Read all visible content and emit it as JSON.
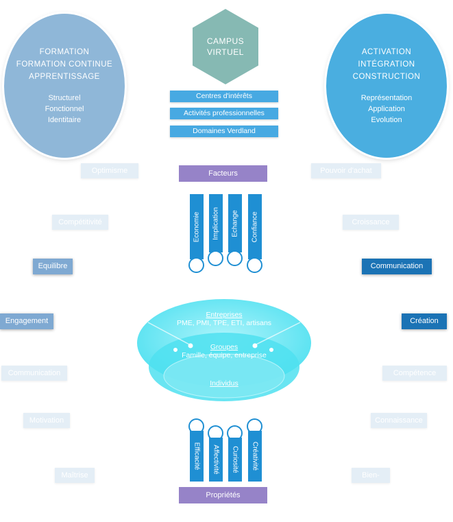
{
  "left_circle": {
    "main": [
      "FORMATION",
      "FORMATION CONTINUE",
      "APPRENTISSAGE"
    ],
    "sub": [
      "Structurel",
      "Fonctionnel",
      "Identitaire"
    ]
  },
  "right_circle": {
    "main": [
      "ACTIVATION",
      "INTÉGRATION",
      "CONSTRUCTION"
    ],
    "sub": [
      "Représentation",
      "Application",
      "Evolution"
    ]
  },
  "campus": {
    "line1": "CAMPUS",
    "line2": "VIRTUEL"
  },
  "bars": [
    "Centres d'intérêts",
    "Activités professionnelles",
    "Domaines Verdland"
  ],
  "facteurs_label": "Facteurs",
  "proprietes_label": "Propriétés",
  "top_pillars": [
    "Economie",
    "Implication",
    "Echange",
    "Confiance"
  ],
  "bottom_pillars": [
    "Efficacité",
    "Affectivité",
    "Curiosité",
    "Créativité"
  ],
  "left_labels": [
    "Optimisme",
    "Compétitivité",
    "Equilibre",
    "Engagement",
    "Communication",
    "Motivation",
    "Maîtrise"
  ],
  "right_labels": [
    "Pouvoir d'achat",
    "Croissance",
    "Communication",
    "Création",
    "Compétence",
    "Connaissance",
    "Bien-être"
  ],
  "ellipse": {
    "outer_title": "Entreprises",
    "outer_sub": "PME, PMI, TPE, ETI, artisans",
    "middle_title": "Groupes",
    "middle_sub": "Famille, équipe, entreprise",
    "inner_title": "Individus"
  },
  "colors": {
    "left_circle": "#8fb7d8",
    "right_circle": "#4aaee0",
    "campus": "#86b9b3",
    "bar": "#47a9e2",
    "purple": "#9683c8",
    "pillar": "#1f8fd3",
    "equilibre": "#7fa9d2",
    "engagement": "#7fa9d2",
    "communication_right": "#1b73b5",
    "creation": "#1b73b5",
    "ellipse": "#4fe0f0"
  }
}
